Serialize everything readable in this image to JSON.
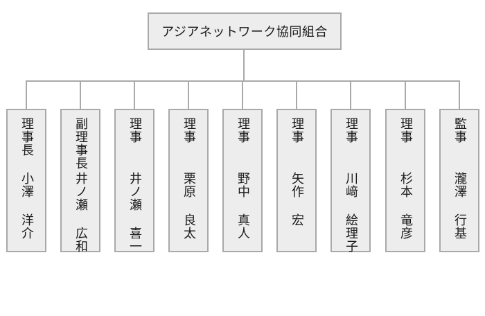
{
  "org_chart": {
    "root": {
      "label": "アジアネットワーク協同組合"
    },
    "members": [
      {
        "title": "理事長",
        "name": "小澤 洋介"
      },
      {
        "title": "副理事長",
        "name": "井ノ瀬 広和"
      },
      {
        "title": "理事",
        "name": "井ノ瀬 喜一"
      },
      {
        "title": "理事",
        "name": "栗原 良太"
      },
      {
        "title": "理事",
        "name": "野中 真人"
      },
      {
        "title": "理事",
        "name": "矢作 宏"
      },
      {
        "title": "理事",
        "name": "川﨑 絵理子"
      },
      {
        "title": "理事",
        "name": "杉本 竜彦"
      },
      {
        "title": "監事",
        "name": "瀧澤 行基"
      }
    ],
    "colors": {
      "box_fill": "#ededed",
      "box_border": "#a9a9a9",
      "connector_line": "#a9a9a9",
      "text": "#1a1a1a",
      "background": "#ffffff"
    }
  }
}
